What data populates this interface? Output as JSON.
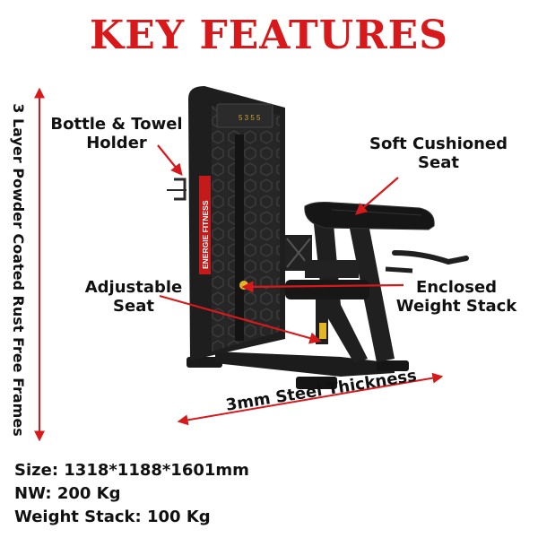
{
  "title": "KEY FEATURES",
  "side_text": "3 Layer Powder Coated Rust Free Frames",
  "callouts": {
    "bottle_holder": [
      "Bottle & Towel",
      "Holder"
    ],
    "seat_cushion": [
      "Soft Cushioned",
      "Seat"
    ],
    "adjustable_seat": [
      "Adjustable",
      "Seat"
    ],
    "weight_stack": [
      "Enclosed",
      "Weight Stack"
    ]
  },
  "steel_thickness": "3mm Steel Thickness",
  "brand_text": "ENERGIE FITNESS",
  "specs": {
    "size": "Size: 1318*1188*1601mm",
    "nw": "NW: 200 Kg",
    "weight_stack": "Weight Stack: 100 Kg"
  },
  "colors": {
    "accent": "#d8191b",
    "frame": "#1f1f1f",
    "text": "#111111"
  }
}
